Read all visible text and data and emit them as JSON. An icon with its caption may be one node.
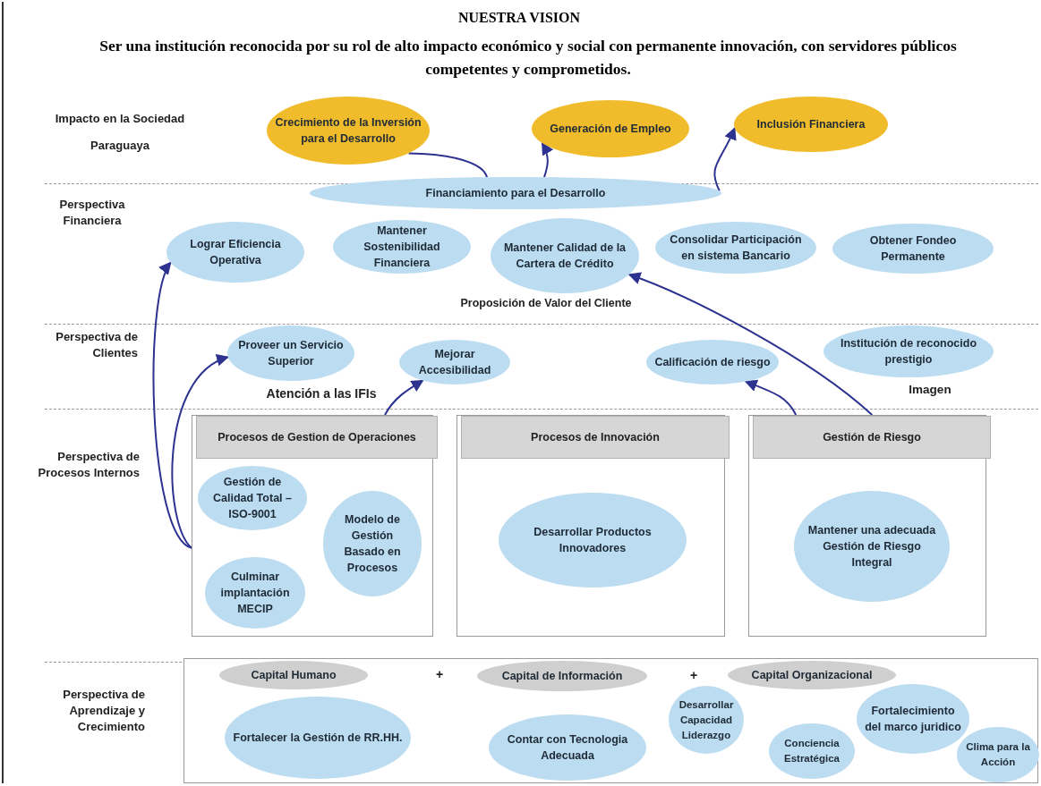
{
  "diagram": {
    "title": "NUESTRA VISION",
    "nodes": [
      {
        "text": [
          "Crecimiento de la Inversión para el Desarrollo"
        ]
      },
      {
        "text": [
          "Generación de Empleo"
        ]
      },
      {
        "text": [
          "Inclusión Financiera"
        ]
      },
      {
        "text": [
          "Financiamiento para el Desarrollo"
        ]
      },
      {
        "text": [
          "Lograr Eficiencia Operativa"
        ]
      },
      {
        "text": [
          "Mantener Sostenibilidad Financiera"
        ]
      },
      {
        "text": [
          "Mantener Calidad de la Cartera de Crédito"
        ]
      },
      {
        "text": [
          "Consolidar Participación en sistema Bancario"
        ]
      },
      {
        "text": [
          "Obtener Fondeo Permanente"
        ]
      },
      {
        "text": [
          "Proveer un Servicio Superior"
        ]
      },
      {
        "text": [
          "Mejorar Accesibilidad"
        ]
      },
      {
        "text": [
          "Calificación de riesgo"
        ]
      },
      {
        "text": [
          "Institución de reconocido prestigio"
        ]
      },
      {
        "text": [
          "Procesos de Gestion de Operaciones"
        ]
      },
      {
        "text": [
          "Gestión de Calidad Total – ISO-9001"
        ],
        "in": 13
      },
      {
        "text": [
          "Modelo de Gestión Basado en Procesos"
        ],
        "in": 13
      },
      {
        "text": [
          "Culminar implantación MECIP"
        ],
        "in": 13
      },
      {
        "text": [
          "Procesos de Innovación"
        ]
      },
      {
        "text": [
          "Desarrollar Productos Innovadores"
        ],
        "in": 17
      },
      {
        "text": [
          "Gestión de Riesgo"
        ]
      },
      {
        "text": [
          "Mantener una adecuada Gestión de Riesgo Integral"
        ],
        "in": 19
      },
      {
        "text": [],
        "shape": "box"
      },
      {
        "text": [
          "Capital Humano"
        ],
        "in": 21
      },
      {
        "text": [
          "Capital de Información"
        ],
        "in": 21
      },
      {
        "text": [
          "Capital Organizacional"
        ],
        "in": 21
      },
      {
        "text": [
          "Fortalecer la Gestión de RR.HH."
        ],
        "in": 21
      },
      {
        "text": [
          "Contar con Tecnologia Adecuada"
        ],
        "in": 21
      },
      {
        "text": [
          "Desarrollar Capacidad Liderazgo"
        ],
        "in": 21
      },
      {
        "text": [
          "Conciencia Estratégica"
        ],
        "in": 21
      },
      {
        "text": [
          "Fortalecimiento del marco juridico"
        ],
        "in": 21
      },
      {
        "text": [
          "Clima para la Acción"
        ],
        "in": 21
      }
    ],
    "edges": [
      {
        "from": 3,
        "to": 0,
        "arrow": "none"
      },
      {
        "from": 3,
        "to": 1,
        "arrow": "to"
      },
      {
        "from": 3,
        "to": 2,
        "arrow": "to"
      },
      {
        "from": 13,
        "to": 4,
        "arrow": "to"
      },
      {
        "from": 13,
        "to": 9,
        "arrow": "to"
      },
      {
        "from": 13,
        "to": 10,
        "arrow": "to"
      },
      {
        "from": 19,
        "to": 11,
        "arrow": "to"
      },
      {
        "from": 19,
        "to": 6,
        "arrow": "to"
      }
    ],
    "labels": [
      "Ser una institución reconocida por su rol de alto impacto económico y social con permanente innovación, con servidores públicos competentes y comprometidos.",
      "Impacto en la Sociedad Paraguaya",
      "Perspectiva Financiera",
      "Proposición de Valor del Cliente",
      "Perspectiva de Clientes",
      "Atención a las IFIs",
      "Imagen",
      "Perspectiva de Procesos Internos",
      "Perspectiva de Aprendizaje y Crecimiento",
      "+",
      "+"
    ]
  }
}
